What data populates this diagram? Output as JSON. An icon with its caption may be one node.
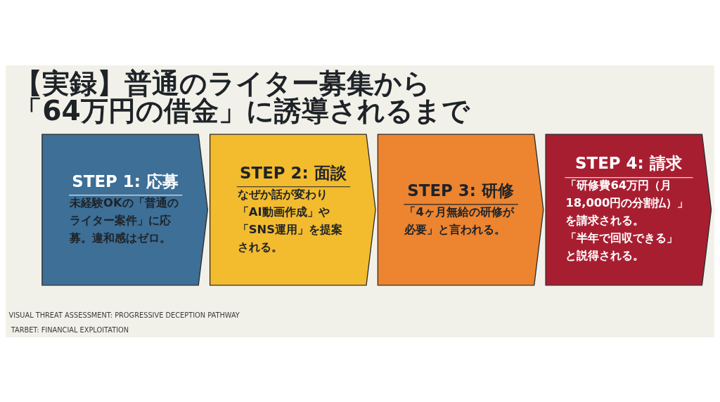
{
  "diagram": {
    "title": "【実録】普通のライター募集から「64万円の借金」に誘導されるまで",
    "nodes": [
      {
        "text": [
          "STEP 1: 応募",
          "未経験OKの「普通のライター案件」に応募。違和感はゼロ。"
        ]
      },
      {
        "text": [
          "STEP 2: 面談",
          "なぜか話が変わり「AI動画作成」や「SNS運用」を提案される。"
        ]
      },
      {
        "text": [
          "STEP 3: 研修",
          "「4ヶ月無給の研修が必要」と言われる。"
        ]
      },
      {
        "text": [
          "STEP 4: 請求",
          "「研修費64万円（月18,000円の分割払）」を請求される。「半年で回収できる」と説得される。"
        ]
      }
    ],
    "labels": [
      "VISUAL THREAT ASSESSMENT: PROGRESSIVE DECEPTION PATHWAY",
      "TARBET: FINANCIAL EXPLOITATION"
    ]
  }
}
